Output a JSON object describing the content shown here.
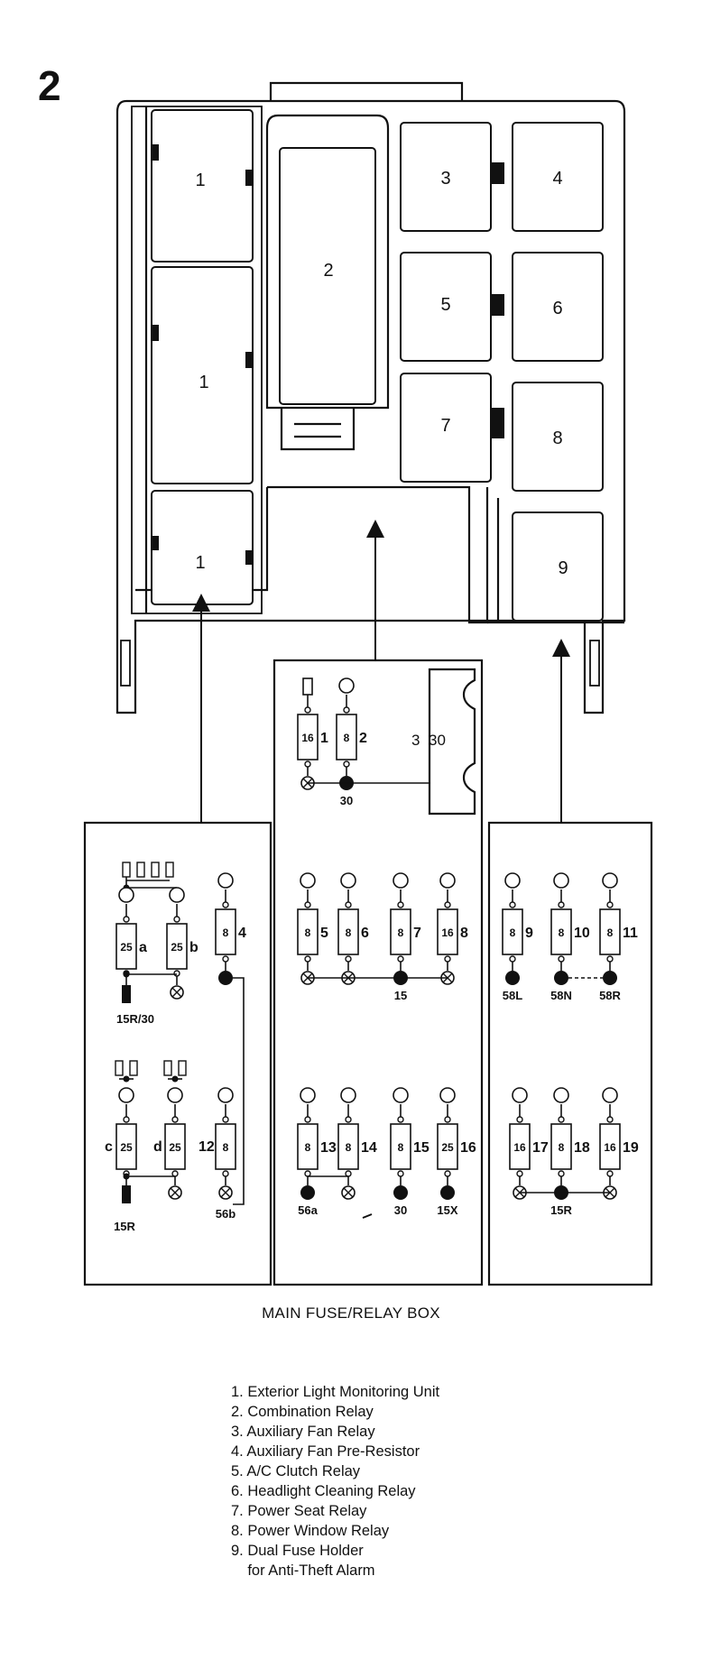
{
  "figure_number": "2",
  "caption": "MAIN FUSE/RELAY BOX",
  "relay_positions": [
    {
      "id": "r1a",
      "label": "1"
    },
    {
      "id": "r1b",
      "label": "1"
    },
    {
      "id": "r1c",
      "label": "1"
    },
    {
      "id": "r2",
      "label": "2"
    },
    {
      "id": "r3",
      "label": "3"
    },
    {
      "id": "r4",
      "label": "4"
    },
    {
      "id": "r5",
      "label": "5"
    },
    {
      "id": "r6",
      "label": "6"
    },
    {
      "id": "r7",
      "label": "7"
    },
    {
      "id": "r8",
      "label": "8"
    },
    {
      "id": "r9",
      "label": "9"
    }
  ],
  "fuse_panels": {
    "center_top": {
      "fuses": [
        {
          "rating": "16",
          "number": "1"
        },
        {
          "rating": "8",
          "number": "2"
        }
      ],
      "item_3_label": "3",
      "item_3_rating": "30",
      "terminals": [
        "30"
      ]
    },
    "left": {
      "fuses_top": [
        {
          "rating": "25",
          "number": "a"
        },
        {
          "rating": "25",
          "number": "b"
        },
        {
          "rating": "8",
          "number": "4"
        }
      ],
      "fuses_bottom": [
        {
          "rating": "25",
          "number": "c"
        },
        {
          "rating": "25",
          "number": "d"
        },
        {
          "rating": "8",
          "number": "12"
        }
      ],
      "terminals": [
        "15R/30",
        "15R",
        "56b"
      ]
    },
    "center_mid": {
      "fuses": [
        {
          "rating": "8",
          "number": "5"
        },
        {
          "rating": "8",
          "number": "6"
        },
        {
          "rating": "8",
          "number": "7"
        },
        {
          "rating": "16",
          "number": "8"
        }
      ],
      "terminals": [
        "15"
      ]
    },
    "center_bottom": {
      "fuses": [
        {
          "rating": "8",
          "number": "13"
        },
        {
          "rating": "8",
          "number": "14"
        },
        {
          "rating": "8",
          "number": "15"
        },
        {
          "rating": "25",
          "number": "16"
        }
      ],
      "terminals": [
        "56a",
        "30",
        "15X"
      ]
    },
    "right_mid": {
      "fuses": [
        {
          "rating": "8",
          "number": "9"
        },
        {
          "rating": "8",
          "number": "10"
        },
        {
          "rating": "8",
          "number": "11"
        }
      ],
      "terminals": [
        "58L",
        "58N",
        "58R"
      ]
    },
    "right_bottom": {
      "fuses": [
        {
          "rating": "16",
          "number": "17"
        },
        {
          "rating": "8",
          "number": "18"
        },
        {
          "rating": "16",
          "number": "19"
        }
      ],
      "terminals": [
        "15R"
      ]
    }
  },
  "legend": [
    "1. Exterior Light Monitoring Unit",
    "2. Combination Relay",
    "3. Auxiliary Fan Relay",
    "4. Auxiliary Fan Pre-Resistor",
    "5. A/C Clutch Relay",
    "6. Headlight Cleaning Relay",
    "7. Power Seat Relay",
    "8. Power Window Relay",
    "9. Dual Fuse Holder",
    "    for Anti-Theft Alarm"
  ]
}
